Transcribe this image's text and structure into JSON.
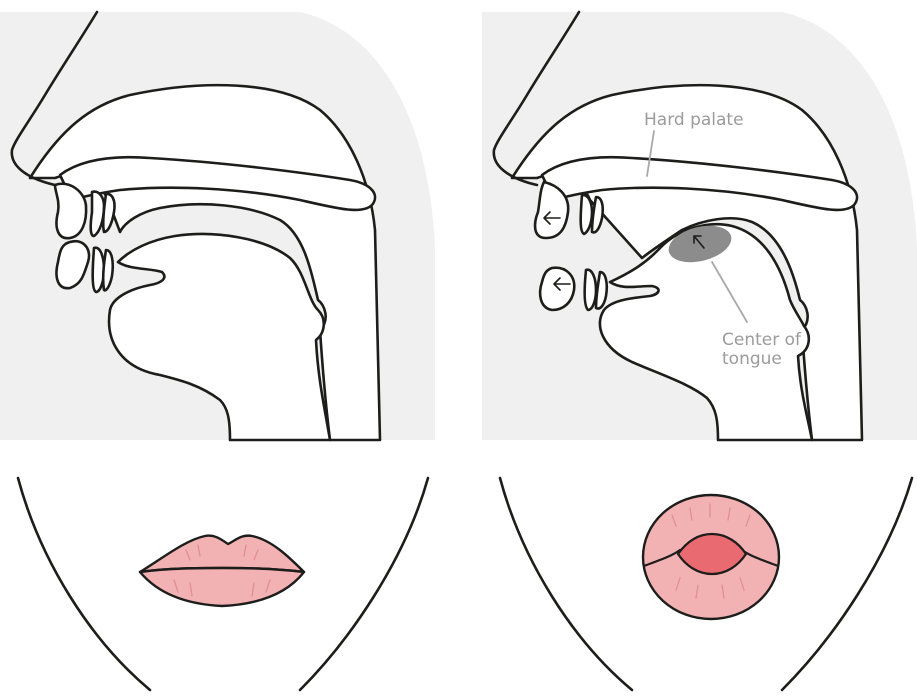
{
  "labels": {
    "hard_palate": "Hard palate",
    "tongue_line1": "Center of",
    "tongue_line2": "tongue"
  },
  "colors": {
    "background_tint": "#f0f0f0",
    "outline": "#1d1d1b",
    "lip": "#f2b1b3",
    "lip_detail": "#e08f93",
    "mouth_opening": "#e96a70",
    "tongue_highlight": "#8c8c8c",
    "label_text": "#9b9b9b"
  }
}
